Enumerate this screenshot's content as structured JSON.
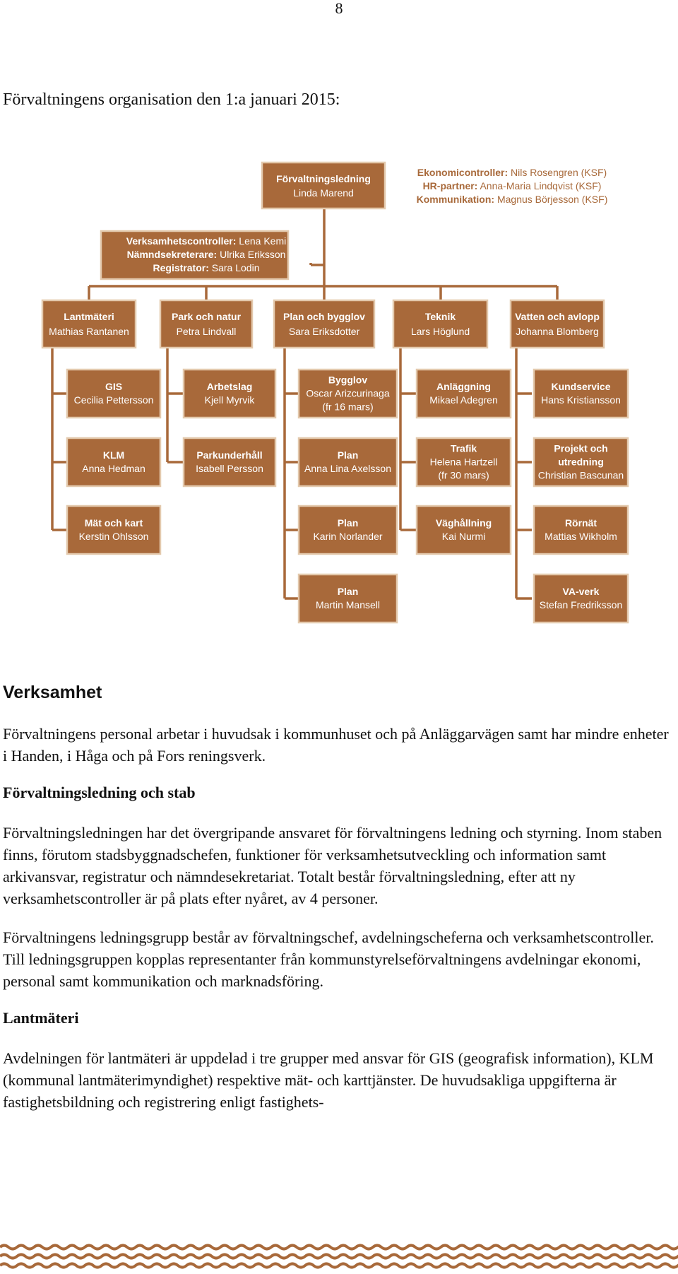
{
  "page_number": "8",
  "title": "Förvaltningens organisation den 1:a januari 2015:",
  "org": {
    "head": {
      "name": "Förvaltningsledning",
      "person": "Linda Marend"
    },
    "controllers": [
      {
        "role": "Ekonomicontroller:",
        "text": " Nils Rosengren (KSF)"
      },
      {
        "role": "HR-partner:",
        "text": " Anna-Maria Lindqvist (KSF)"
      },
      {
        "role": "Kommunikation:",
        "text": " Magnus Börjesson (KSF)"
      }
    ],
    "staff": [
      {
        "role": "Verksamhetscontroller:",
        "text": " Lena Kemi"
      },
      {
        "role": "Nämndsekreterare:",
        "text": " Ulrika Eriksson"
      },
      {
        "role": "Registrator:",
        "text": " Sara Lodin"
      }
    ],
    "departments": [
      {
        "name": "Lantmäteri",
        "person": "Mathias Rantanen",
        "units": [
          {
            "name": "GIS",
            "lines": [
              "Cecilia Pettersson"
            ]
          },
          {
            "name": "KLM",
            "lines": [
              "Anna Hedman"
            ]
          },
          {
            "name": "Mät och kart",
            "lines": [
              "Kerstin Ohlsson"
            ]
          }
        ]
      },
      {
        "name": "Park och natur",
        "person": "Petra Lindvall",
        "units": [
          {
            "name": "Arbetslag",
            "lines": [
              "Kjell Myrvik"
            ]
          },
          {
            "name": "Parkunderhåll",
            "lines": [
              "Isabell Persson"
            ]
          }
        ]
      },
      {
        "name": "Plan och bygglov",
        "person": "Sara Eriksdotter",
        "units": [
          {
            "name": "Bygglov",
            "lines": [
              "Oscar Arizcurinaga",
              "(fr 16 mars)"
            ]
          },
          {
            "name": "Plan",
            "lines": [
              "Anna Lina Axelsson"
            ]
          },
          {
            "name": "Plan",
            "lines": [
              "Karin Norlander"
            ]
          },
          {
            "name": "Plan",
            "lines": [
              "Martin Mansell"
            ]
          }
        ]
      },
      {
        "name": "Teknik",
        "person": "Lars Höglund",
        "units": [
          {
            "name": "Anläggning",
            "lines": [
              "Mikael Adegren"
            ]
          },
          {
            "name": "Trafik",
            "lines": [
              "Helena Hartzell",
              "(fr 30 mars)"
            ]
          },
          {
            "name": "Väghållning",
            "lines": [
              "Kai Nurmi"
            ]
          }
        ]
      },
      {
        "name": "Vatten och avlopp",
        "person": "Johanna Blomberg",
        "units": [
          {
            "name": "Kundservice",
            "lines": [
              "Hans Kristiansson"
            ]
          },
          {
            "name": "Projekt och utredning",
            "lines": [
              "Christian Bascunan"
            ]
          },
          {
            "name": "Rörnät",
            "lines": [
              "Mattias Wikholm"
            ]
          },
          {
            "name": "VA-verk",
            "lines": [
              "Stefan Fredriksson"
            ]
          }
        ]
      }
    ]
  },
  "sections": {
    "verksamhet_heading": "Verksamhet",
    "verksamhet_p1": "Förvaltningens personal arbetar i huvudsak i kommunhuset och på Anläggarvägen samt har mindre enheter i Handen, i Håga och på Fors reningsverk.",
    "ledning_heading": "Förvaltningsledning och stab",
    "ledning_p1": "Förvaltningsledningen har det övergripande ansvaret för förvaltningens ledning och styrning. Inom staben finns, förutom stadsbyggnadschefen, funktioner för verksamhetsutveckling och information samt arkivansvar, registratur och nämndesekretariat. Totalt består förvaltningsledning, efter att ny verksamhetscontroller är på plats efter nyåret, av 4 personer.",
    "ledning_p2": "Förvaltningens ledningsgrupp består av förvaltningschef, avdelningscheferna och verksamhetscontroller. Till ledningsgruppen kopplas representanter från kommunstyrelseförvaltningens avdelningar ekonomi, personal samt kommunikation och marknadsföring.",
    "lant_heading": "Lantmäteri",
    "lant_p1": "Avdelningen för lantmäteri är uppdelad i tre grupper med ansvar för GIS (geografisk information), KLM (kommunal lantmäterimyndighet) respektive mät- och karttjänster. De huvudsakliga uppgifterna är fastighetsbildning och registrering enligt fastighets-"
  },
  "colors": {
    "box": "#a8693a",
    "box_border": "#e3c9ad",
    "footer": "#a8693a"
  }
}
